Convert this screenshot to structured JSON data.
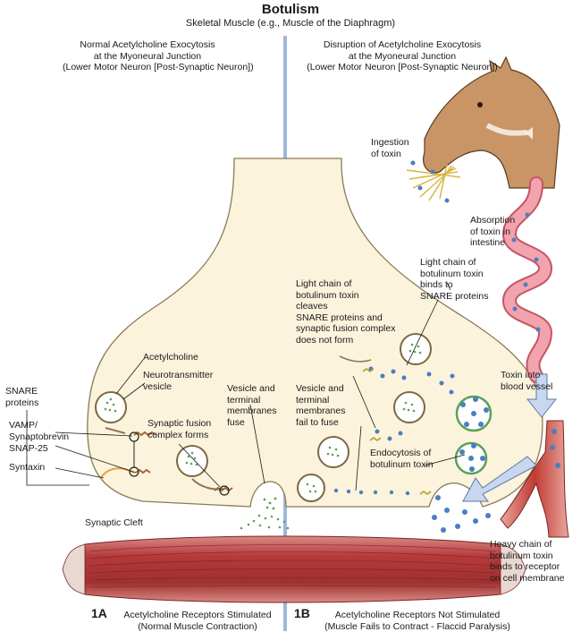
{
  "title": "Botulism",
  "subtitle": "Skeletal Muscle (e.g., Muscle of the Diaphragm)",
  "left_panel": {
    "header": "Normal Acetylcholine Exocytosis\nat the Myoneural Junction\n(Lower Motor Neuron [Post-Synaptic Neuron])",
    "acetylcholine": "Acetylcholine",
    "neurotransmitter_vesicle": "Neurotransmitter\nvesicle",
    "vesicle_membranes_fuse": "Vesicle and\nterminal\nmembranes\nfuse",
    "synaptic_fusion": "Synaptic fusion\ncomplex forms",
    "snare_title": "SNARE\nproteins",
    "vamp": "VAMP/\nSynaptobrevin",
    "snap25": "SNAP-25",
    "syntaxin": "Syntaxin",
    "synaptic_cleft": "Synaptic Cleft",
    "number": "1A",
    "caption": "Acetylcholine Receptors Stimulated\n(Normal Muscle Contraction)"
  },
  "right_panel": {
    "header": "Disruption of Acetylcholine Exocytosis\nat the Myoneural Junction\n(Lower Motor Neuron [Post-Synaptic Neuron])",
    "ingestion": "Ingestion\nof toxin",
    "absorption": "Absorption\nof toxin in\nintestine",
    "light_chain_binds": "Light chain of\nbotulinum toxin\nbinds to\nSNARE proteins",
    "light_chain_cleaves": "Light chain of\nbotulinum toxin\ncleaves\nSNARE proteins and\nsynaptic fusion complex\ndoes not form",
    "fail_to_fuse": "Vesicle and\nterminal\nmembranes\nfail to fuse",
    "toxin_blood": "Toxin into\nblood vessel",
    "endocytosis": "Endocytosis of\nbotulinum toxin",
    "heavy_chain": "Heavy chain of\nbotulinum toxin\nbinds to receptor\non cell membrane",
    "number": "1B",
    "caption": "Acetylcholine Receptors Not Stimulated\n(Muscle Fails to Contract - Flaccid Paralysis)"
  },
  "colors": {
    "neuron_fill": "#fbf3dc",
    "neuron_stroke": "#8a7a55",
    "divider": "#9fb6dd",
    "muscle": "#b53a3a",
    "vesicle_dot": "#5aa05a",
    "toxin_blue": "#4a7fc0",
    "gut": "#f2a3ae",
    "horse": "#c99566"
  }
}
